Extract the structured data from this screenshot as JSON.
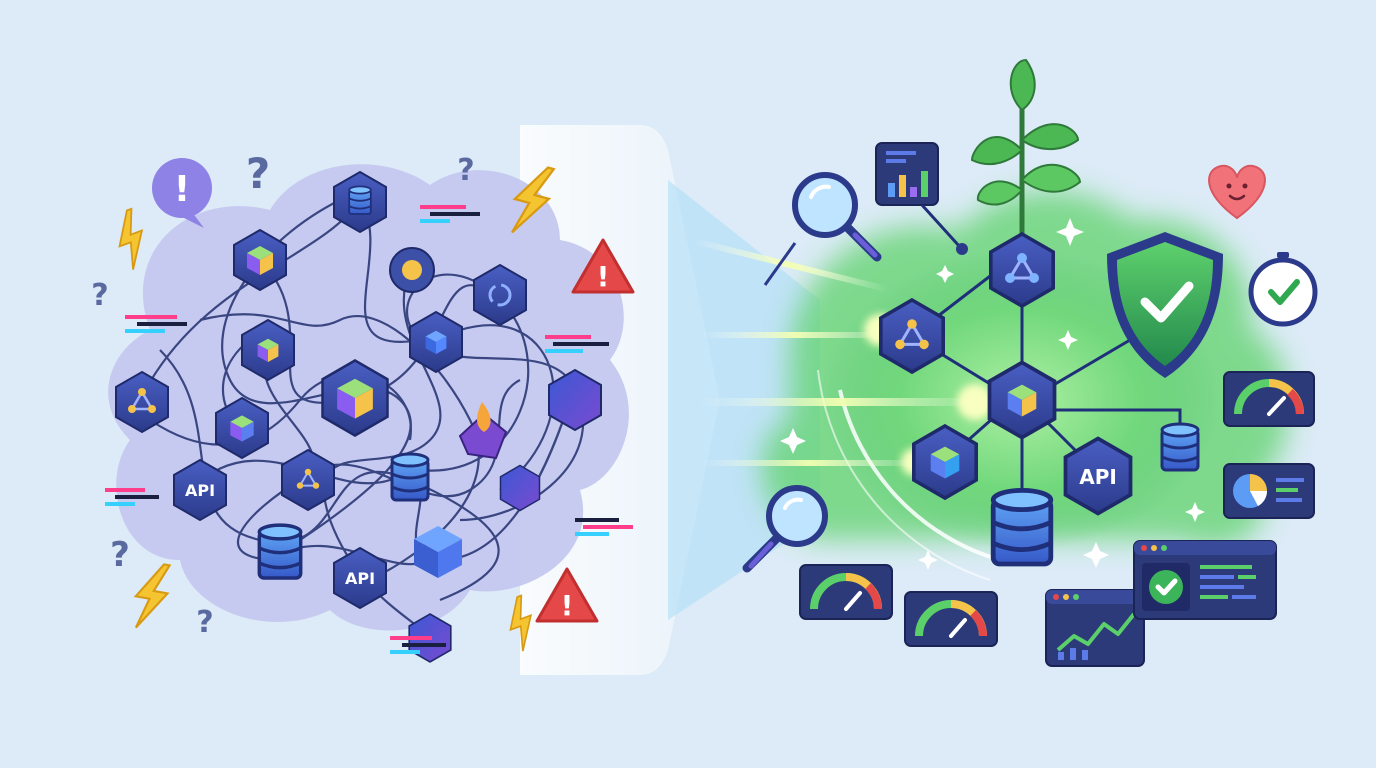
{
  "scene": {
    "left_api_labels": [
      "API",
      "API"
    ],
    "right_api_label": "API",
    "question_mark": "?",
    "exclamation_mark": "!"
  },
  "colors": {
    "background": "#dcebf7",
    "chaos_cloud": "#c4c8ef",
    "hex_dark": "#2c3e8c",
    "hex_mid": "#3d50a8",
    "green_glow": "#5fd36a",
    "warning_red": "#e54848",
    "lightning_yellow": "#f5c531",
    "shield_green": "#3cb45a",
    "heart": "#f2727a"
  },
  "icons": [
    "question-icon",
    "exclamation-bubble-icon",
    "lightning-icon",
    "warning-triangle-icon",
    "database-icon",
    "cube-icon",
    "gear-icon",
    "network-icon",
    "magnifier-icon",
    "bar-chart-icon",
    "plant-icon",
    "shield-check-icon",
    "heart-icon",
    "clock-check-icon",
    "gauge-icon",
    "pie-chart-icon",
    "dashboard-icon",
    "line-chart-icon"
  ]
}
